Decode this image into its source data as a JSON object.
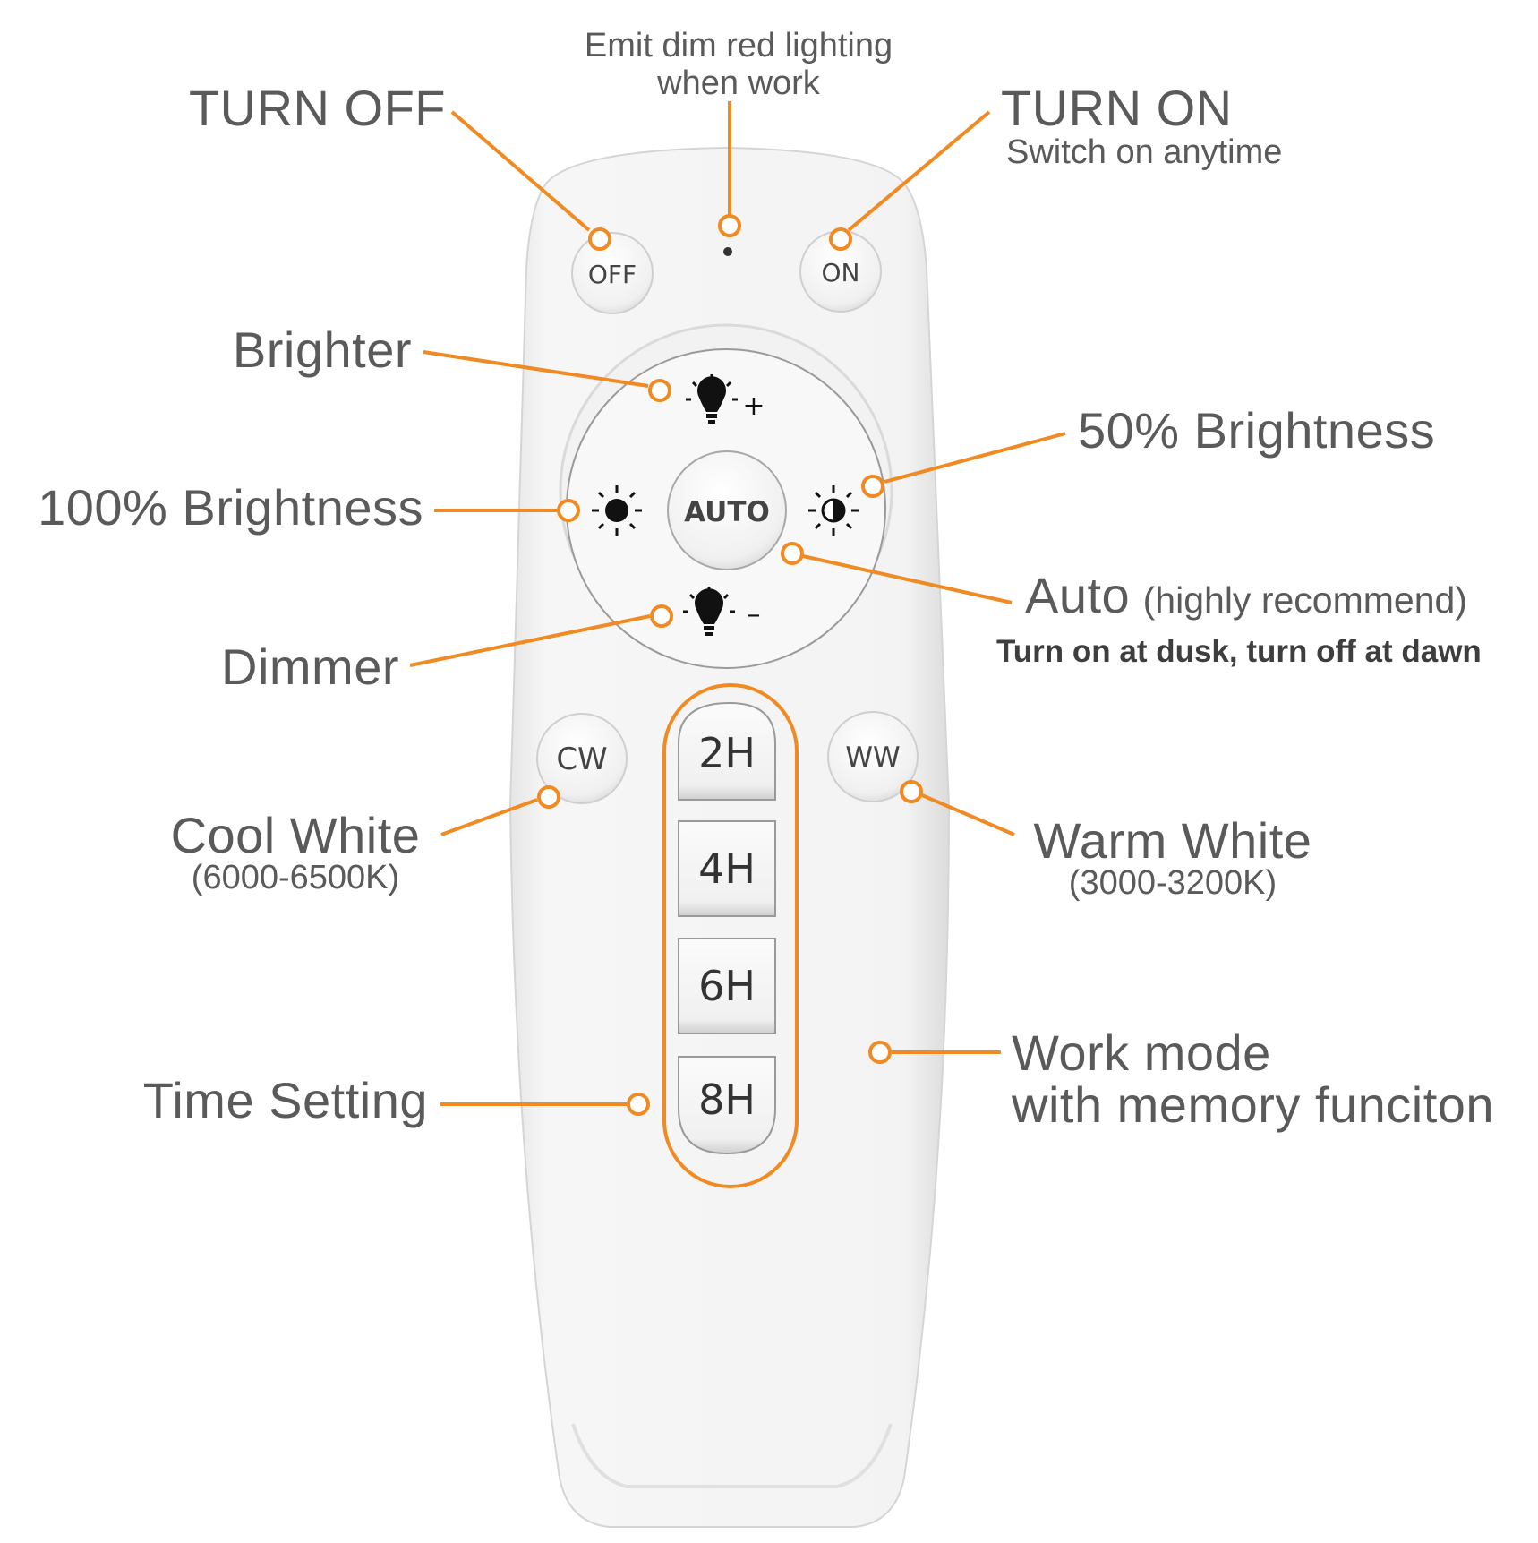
{
  "colors": {
    "accent_orange": "#f08a22",
    "label_gray": "#5a5a5a",
    "remote_white": "#f4f4f4",
    "button_face": "#f7f7f7"
  },
  "remote": {
    "buttons": {
      "off": "OFF",
      "on": "ON",
      "auto": "AUTO",
      "cw": "CW",
      "ww": "WW",
      "timers": [
        "2H",
        "4H",
        "6H",
        "8H"
      ]
    },
    "icons": {
      "brighter": "bulb-plus-icon",
      "dimmer": "bulb-minus-icon",
      "full": "sun-full-icon",
      "half": "sun-half-icon"
    },
    "brighter_symbol": "+",
    "dimmer_symbol": "–"
  },
  "callouts": {
    "indicator": {
      "line1": "Emit dim red lighting",
      "line2": "when work"
    },
    "turn_off": "TURN OFF",
    "turn_on": {
      "title": "TURN ON",
      "subtitle": "Switch on anytime"
    },
    "brighter": "Brighter",
    "half_brightness": "50% Brightness",
    "full_brightness": "100% Brightness",
    "auto": {
      "title": "Auto",
      "note": "(highly recommend)",
      "subtitle": "Turn on at dusk, turn off at dawn"
    },
    "dimmer": "Dimmer",
    "cool_white": {
      "title": "Cool White",
      "range": "(6000-6500K)"
    },
    "warm_white": {
      "title": "Warm White",
      "range": "(3000-3200K)"
    },
    "work_mode": {
      "line1": "Work mode",
      "line2": "with memory funciton"
    },
    "time_setting": "Time Setting"
  }
}
